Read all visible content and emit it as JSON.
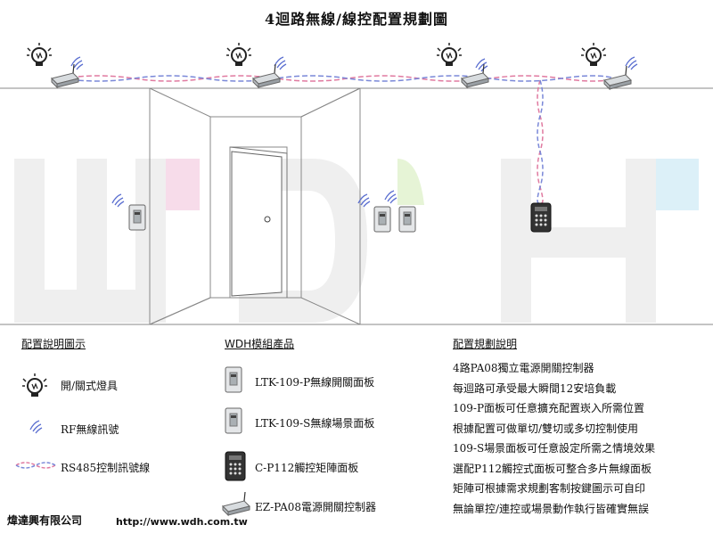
{
  "title": "4迴路無線/線控配置規劃圖",
  "legend": {
    "header": "配置說明圖示",
    "items": [
      {
        "icon": "bulb-icon",
        "label": "開/關式燈具"
      },
      {
        "icon": "rf-signal-icon",
        "label": "RF無線訊號"
      },
      {
        "icon": "rs485-line-icon",
        "label": "RS485控制訊號線"
      }
    ]
  },
  "products": {
    "header": "WDH模組產品",
    "items": [
      {
        "icon": "wireless-switch-icon",
        "label": "LTK-109-P無線開關面板"
      },
      {
        "icon": "scene-panel-icon",
        "label": "LTK-109-S無線場景面板"
      },
      {
        "icon": "touch-matrix-panel-icon",
        "label": "C-P112觸控矩陣面板"
      },
      {
        "icon": "power-controller-icon",
        "label": "EZ-PA08電源開關控制器"
      }
    ]
  },
  "notes": {
    "header": "配置規劃說明",
    "lines": [
      "4路PA08獨立電源開關控制器",
      "每迴路可承受最大瞬間12安培負載",
      "109-P面板可任意擴充配置崁入所需位置",
      "根據配置可做單切/雙切或多切控制使用",
      "109-S場景面板可任意設定所需之情境效果",
      "選配P112觸控式面板可整合多片無線面板",
      "矩陣可根據需求規劃客制按鍵圖示可自印",
      "無論單控/連控或場景動作執行皆確實無誤"
    ]
  },
  "watermark": "WDH",
  "footer": {
    "company": "煒達興有限公司",
    "url": "http://www.wdh.com.tw"
  },
  "colors": {
    "rs485_red": "#e07aa0",
    "rs485_blue": "#7a88d8",
    "watermark_pink": "#f6dbe8",
    "watermark_green": "#e6f4d6",
    "watermark_blue": "#dcf0f8",
    "watermark_gray": "#eeeeee"
  }
}
